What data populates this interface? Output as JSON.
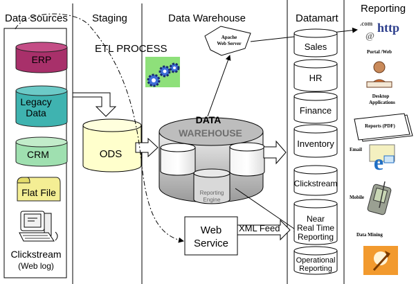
{
  "columns": {
    "data_sources": "Data Sources",
    "staging": "Staging",
    "data_warehouse": "Data Warehouse",
    "datamart": "Datamart",
    "reporting": "Reporting"
  },
  "sources": {
    "erp": "ERP",
    "legacy_line1": "Legacy",
    "legacy_line2": "Data",
    "crm": "CRM",
    "flat_file": "Flat File",
    "clickstream": "Clickstream",
    "weblog": "(Web log)"
  },
  "staging": {
    "etl_process": "ETL PROCESS",
    "ods": "ODS"
  },
  "warehouse": {
    "title_line1": "DATA",
    "title_line2": "WAREHOUSE",
    "engine_line1": "Reporting",
    "engine_line2": "Engine",
    "apache_line1": "Apache",
    "apache_line2": "Web Server",
    "web_service_line1": "Web",
    "web_service_line2": "Service",
    "xml_feed": "XML Feed"
  },
  "datamarts": {
    "sales": "Sales",
    "hr": "HR",
    "finance": "Finance",
    "inventory": "Inventory",
    "clickstream": "Clickstream",
    "near_line1": "Near",
    "near_line2": "Real Time",
    "near_line3": "Reporting",
    "operational_line1": "Operational",
    "operational_line2": "Reporting"
  },
  "reporting_items": {
    "com": ".com",
    "http": "http",
    "portal": "Portal /Web",
    "desktop_line1": "Desktop",
    "desktop_line2": "Applications",
    "reports_pdf": "Reports (PDF)",
    "email": "Email",
    "mobile": "Mobile",
    "data_mining": "Data Mining"
  },
  "colors": {
    "erp": "#a8306a",
    "legacy": "#3fb3b0",
    "crm": "#9fe0b0",
    "flat_file": "#f4ee94",
    "ods": "#ffffcc",
    "warehouse_gray": "#c8c8c8"
  }
}
